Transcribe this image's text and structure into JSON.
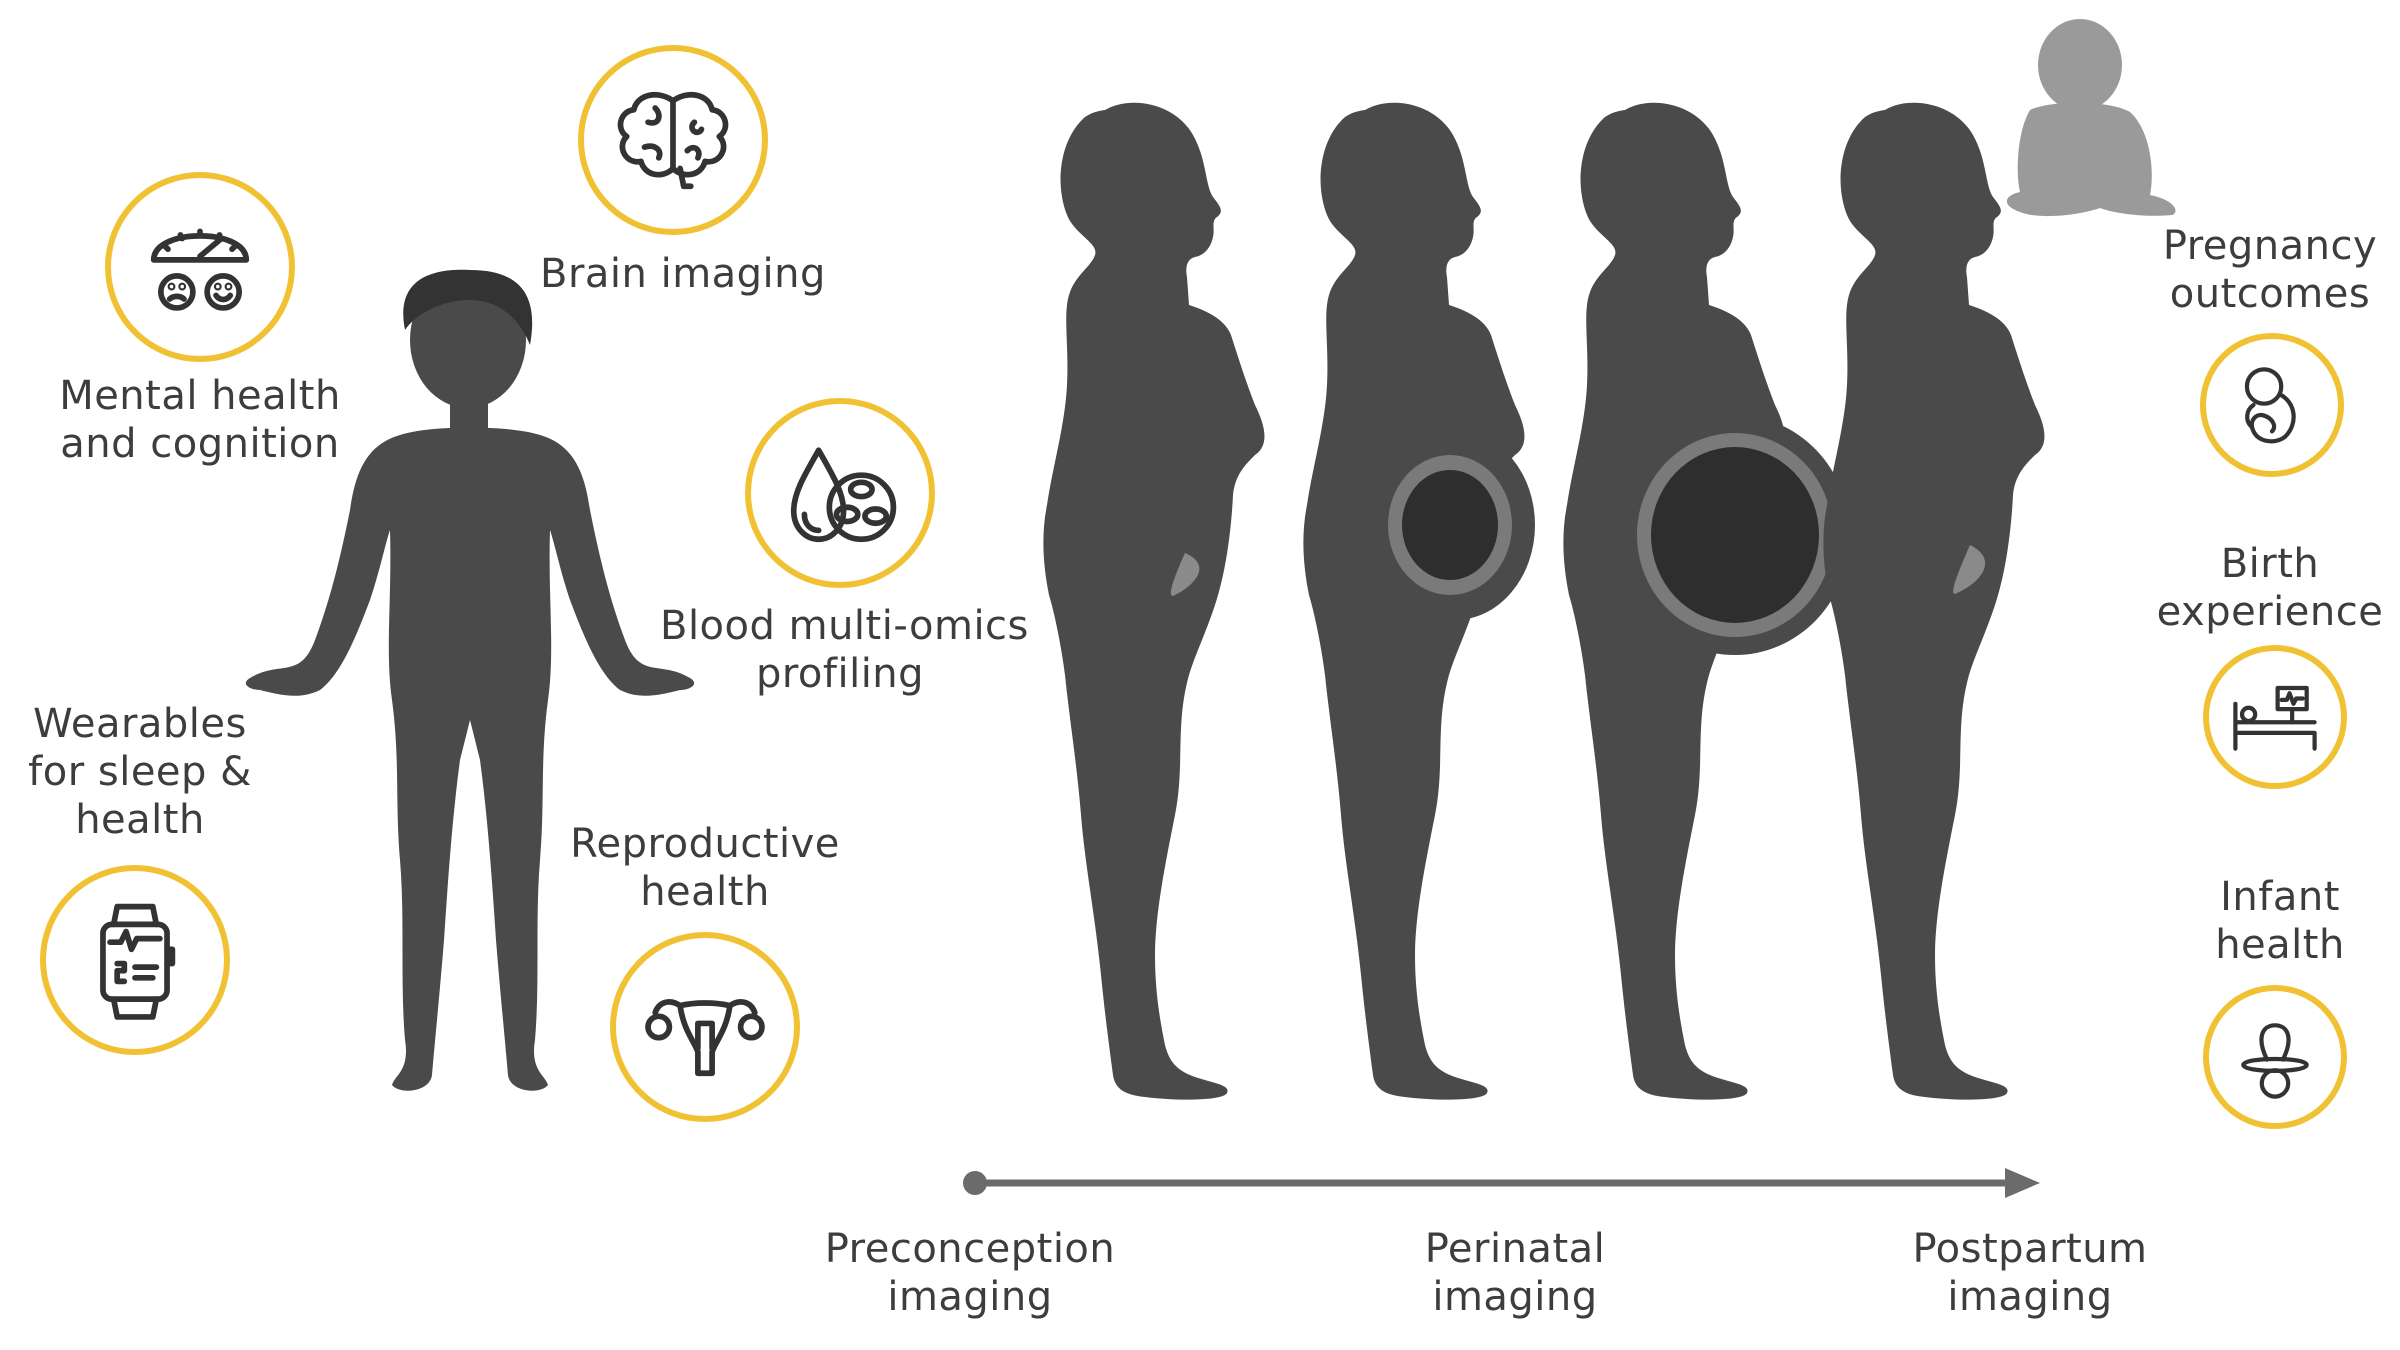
{
  "left_labels": {
    "brain": "Brain imaging",
    "mental_line1": "Mental health",
    "mental_line2": "and cognition",
    "blood_line1": "Blood multi-omics",
    "blood_line2": "profiling",
    "wearables_line1": "Wearables",
    "wearables_line2": "for sleep &",
    "wearables_line3": "health",
    "repro_line1": "Reproductive",
    "repro_line2": "health"
  },
  "outcome_labels": {
    "pregnancy_line1": "Pregnancy",
    "pregnancy_line2": "outcomes",
    "birth_line1": "Birth",
    "birth_line2": "experience",
    "infant_line1": "Infant",
    "infant_line2": "health"
  },
  "timeline": {
    "preconception_line1": "Preconception",
    "preconception_line2": "imaging",
    "perinatal_line1": "Perinatal",
    "perinatal_line2": "imaging",
    "postpartum_line1": "Postpartum",
    "postpartum_line2": "imaging"
  },
  "colors": {
    "accent_ring": "#f0c233",
    "silhouette": "#4a4a4a",
    "timeline": "#6b6b6b",
    "text": "#3d3d3d"
  },
  "icons": [
    "brain-icon",
    "gauge-mood-icon",
    "blood-cells-icon",
    "smartwatch-icon",
    "uterus-icon",
    "fetus-icon",
    "hospital-bed-icon",
    "pacifier-icon"
  ]
}
